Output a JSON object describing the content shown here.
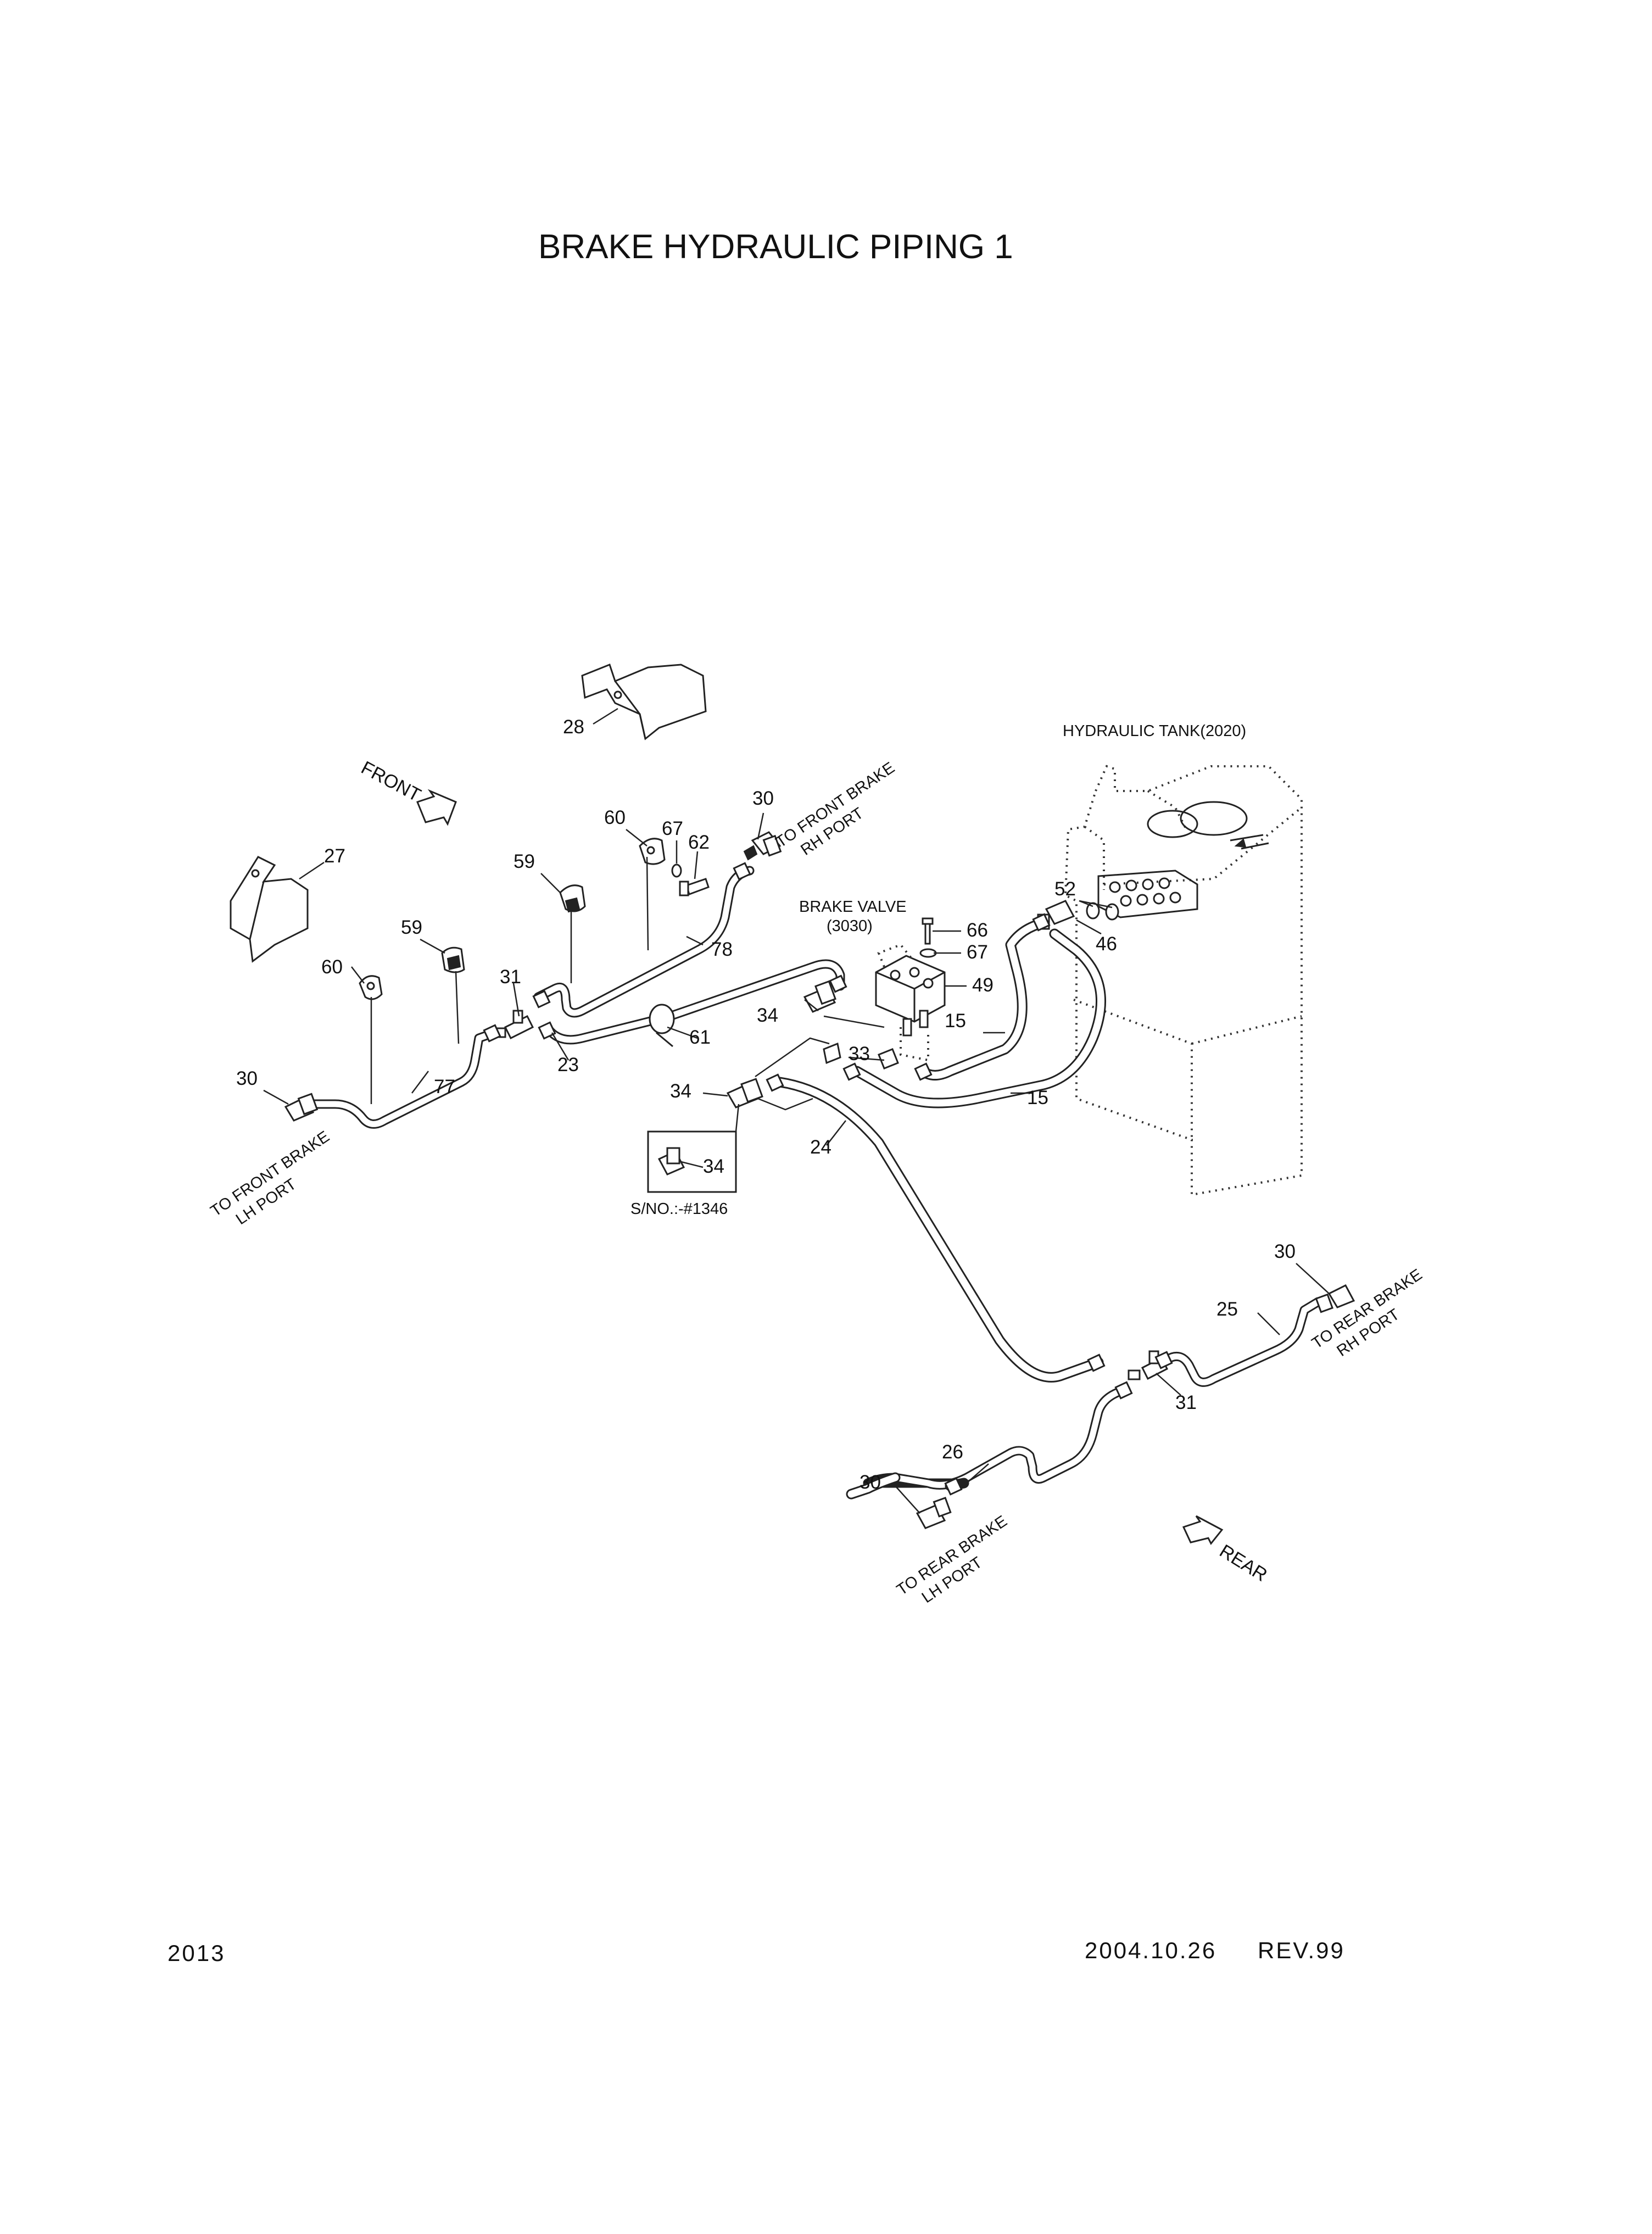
{
  "title": "BRAKE HYDRAULIC PIPING 1",
  "footer": {
    "page_code": "2013",
    "date": "2004.10.26",
    "revision": "REV.99"
  },
  "labels": {
    "hydraulic_tank": "HYDRAULIC TANK(2020)",
    "brake_valve_line1": "BRAKE VALVE",
    "brake_valve_line2": "(3030)",
    "serial_note": "S/NO.:-#1346",
    "front": "FRONT",
    "rear": "REAR",
    "to_front_rh_1": "TO FRONT BRAKE",
    "to_front_rh_2": "RH PORT",
    "to_front_lh_1": "TO FRONT BRAKE",
    "to_front_lh_2": "LH PORT",
    "to_rear_rh_1": "TO REAR BRAKE",
    "to_rear_rh_2": "RH PORT",
    "to_rear_lh_1": "TO REAR BRAKE",
    "to_rear_lh_2": "LH PORT"
  },
  "callouts": {
    "c28": "28",
    "c27": "27",
    "c30a": "30",
    "c60a": "60",
    "c67a": "67",
    "c62": "62",
    "c59a": "59",
    "c59b": "59",
    "c60b": "60",
    "c31a": "31",
    "c78": "78",
    "c66": "66",
    "c67b": "67",
    "c49": "49",
    "c52": "52",
    "c46": "46",
    "c15a": "15",
    "c15b": "15",
    "c33": "33",
    "c34a": "34",
    "c34b": "34",
    "c34c": "34",
    "c61": "61",
    "c23": "23",
    "c24": "24",
    "c30b": "30",
    "c77": "77",
    "c30c": "30",
    "c25": "25",
    "c31b": "31",
    "c26": "26",
    "c30d": "30"
  }
}
